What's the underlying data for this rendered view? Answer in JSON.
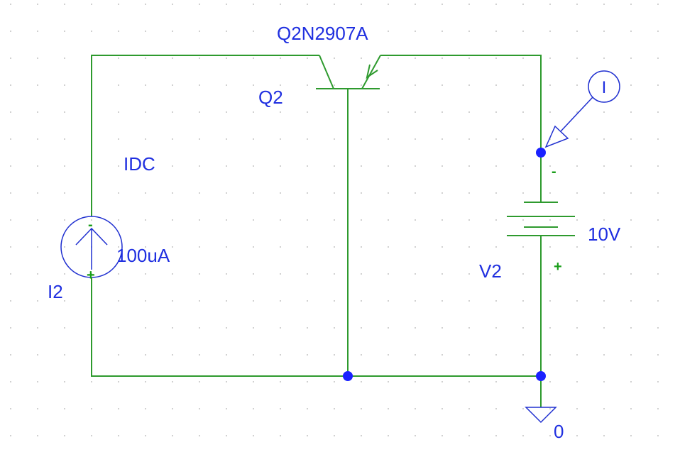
{
  "transistor": {
    "model": "Q2N2907A",
    "ref": "Q2"
  },
  "current_source": {
    "type": "IDC",
    "value": "100uA",
    "ref": "I2",
    "pin_minus": "-",
    "pin_plus": "+"
  },
  "voltage_source": {
    "value": "10V",
    "ref": "V2",
    "pin_minus": "-",
    "pin_plus": "+"
  },
  "ground": {
    "label": "0"
  },
  "current_probe": {
    "symbol": "I"
  },
  "colors": {
    "wire": "#2e9a2e",
    "label": "#1f2fe0",
    "node": "#1a22ff",
    "grid": "#b0b0b0"
  }
}
